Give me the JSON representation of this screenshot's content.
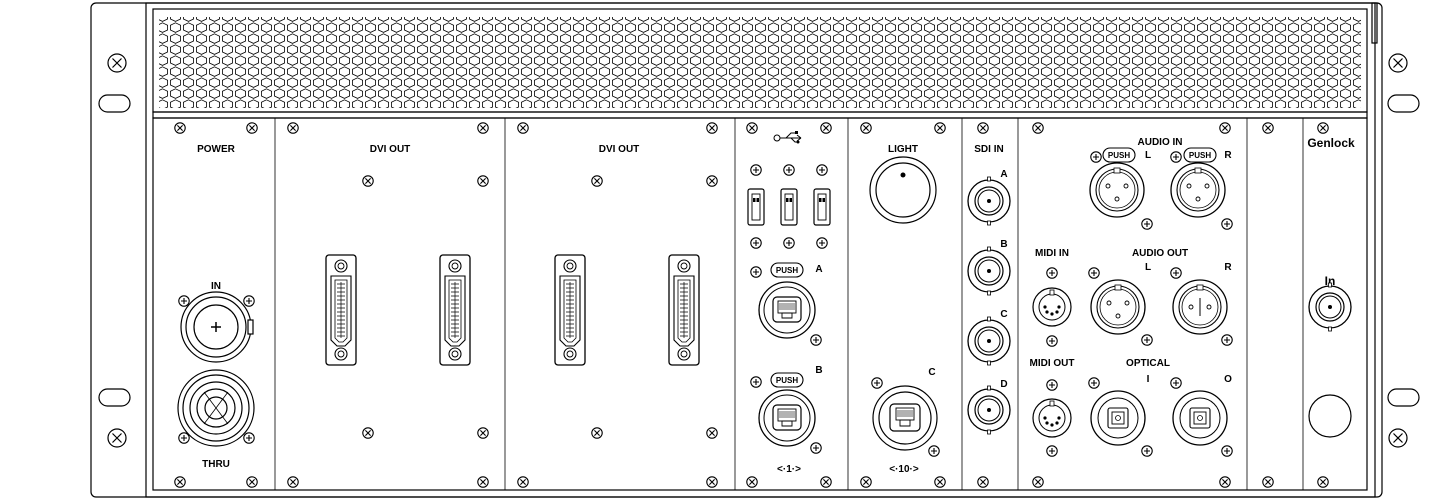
{
  "modules": {
    "power": {
      "title": "POWER",
      "in_label": "IN",
      "thru_label": "THRU"
    },
    "dvi1": {
      "title": "DVI OUT"
    },
    "dvi2": {
      "title": "DVI OUT"
    },
    "usb_ethernet": {
      "usb_symbol": "usb-icon",
      "port_a": "A",
      "port_b": "B",
      "push_label": "PUSH",
      "footer": "<·1·>"
    },
    "light": {
      "title": "LIGHT",
      "port_c": "C",
      "footer": "<·10·>"
    },
    "sdi": {
      "title": "SDI IN",
      "ports": [
        "A",
        "B",
        "C",
        "D"
      ]
    },
    "audio": {
      "audio_in": "AUDIO IN",
      "audio_out": "AUDIO OUT",
      "midi_in": "MIDI IN",
      "midi_out": "MIDI OUT",
      "optical": "OPTICAL",
      "left": "L",
      "right": "R",
      "optical_in": "I",
      "optical_out": "O",
      "push_label": "PUSH"
    },
    "genlock": {
      "title": "Genlock",
      "in_label": "In"
    }
  }
}
